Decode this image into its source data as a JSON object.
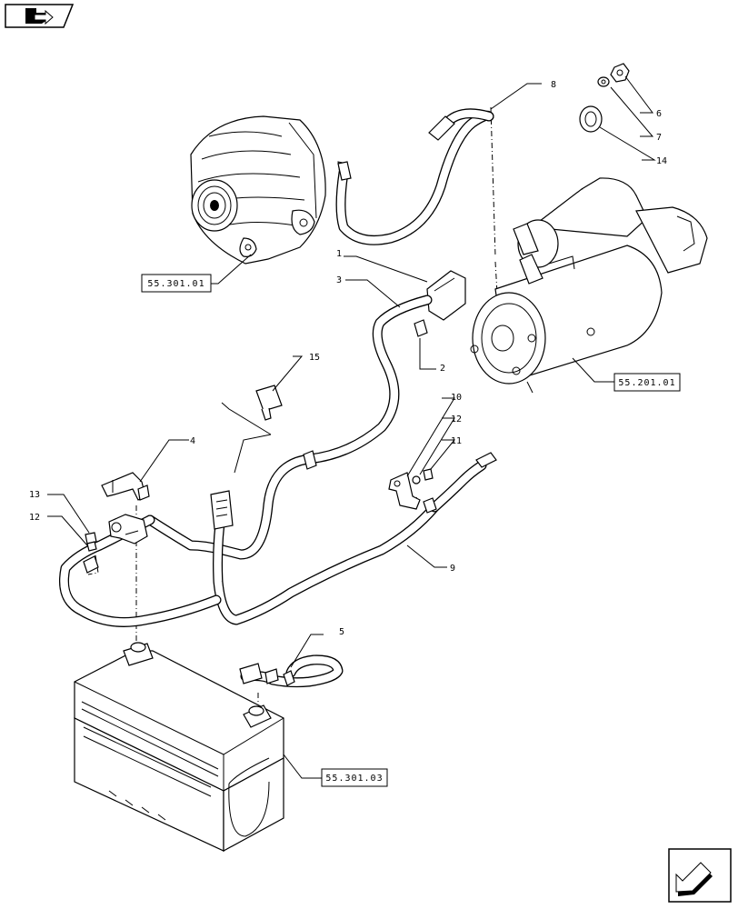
{
  "refs": {
    "alternator": "55.301.01",
    "starter": "55.201.01",
    "battery": "55.301.03"
  },
  "callouts": {
    "c1": "1",
    "c2": "2",
    "c3": "3",
    "c4": "4",
    "c5": "5",
    "c6": "6",
    "c7": "7",
    "c8": "8",
    "c9": "9",
    "c10": "10",
    "c11": "11",
    "c12a": "12",
    "c12b": "12",
    "c13": "13",
    "c14": "14",
    "c15": "15"
  },
  "icons": {
    "top_left": "folder-arrow-icon",
    "bottom_right": "next-page-arrow-icon"
  }
}
